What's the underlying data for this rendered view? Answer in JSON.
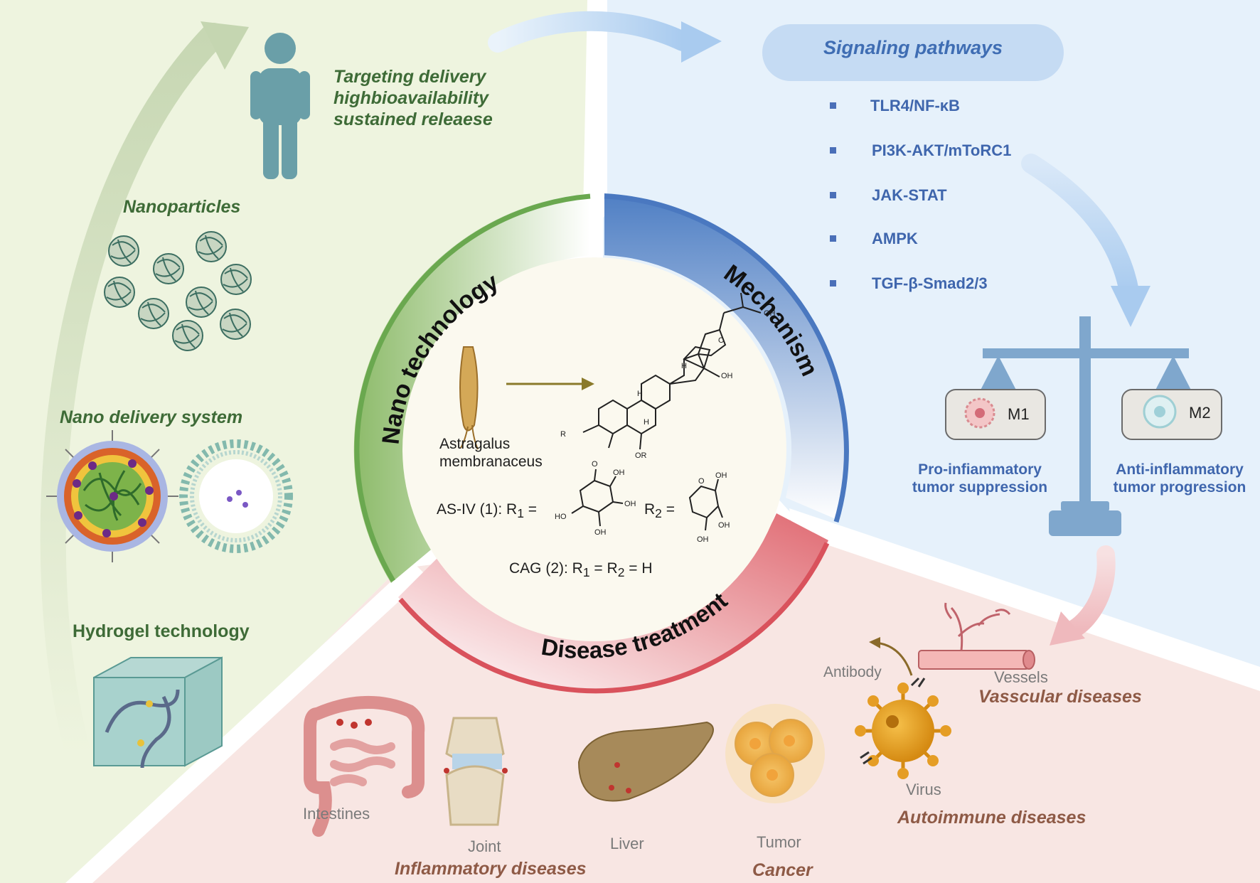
{
  "nano": {
    "benefits": [
      "Targeting delivery",
      "highbioavailability",
      "sustained releaese"
    ],
    "nanoparticles": "Nanoparticles",
    "delivery_system": "Nano delivery system",
    "hydrogel": "Hydrogel  technology"
  },
  "mechanism": {
    "pathways_title": "Signaling pathways",
    "pathways": [
      "TLR4/NF-κB",
      "PI3K-AKT/mToRC1",
      "JAK-STAT",
      "AMPK",
      "TGF-β-Smad2/3"
    ],
    "m1": "M1",
    "m2": "M2",
    "pro": [
      "Pro-infiammatory",
      "tumor suppression"
    ],
    "anti": [
      "Anti-inflammatory",
      "tumor progression"
    ]
  },
  "ring": {
    "nano": "Nano technology",
    "mechanism": "Mechanism",
    "disease": "Disease treatment"
  },
  "center": {
    "plant": [
      "Astragalus",
      "membranaceus"
    ],
    "as_iv": "AS-IV (1):  R",
    "r2": "R",
    "cag": "CAG (2): R",
    "cag_tail": "= R",
    "cag_end": "= H",
    "sub1": "1",
    "sub2": "2",
    "eq": " =",
    "chem": {
      "oh": "OH",
      "ho": "HO",
      "h": "H",
      "r2o": "R",
      "or1": "OR",
      "o": "O"
    }
  },
  "disease": {
    "vessels": "Vessels",
    "vascular": "Vasscular diseases",
    "antibody": "Antibody",
    "virus": "Virus",
    "autoimmune": "Autoimmune diseases",
    "intestines": "Intestines",
    "joint": "Joint",
    "liver": "Liver",
    "tumor": "Tumor",
    "inflammatory": "Inflammatory diseases",
    "cancer": "Cancer"
  },
  "colors": {
    "green_bg": "#eef4df",
    "blue_bg": "#e6f1fb",
    "pink_bg": "#f8e6e3",
    "green_ring": "#6aa84f",
    "blue_ring": "#4a78c0",
    "red_ring": "#d9525c"
  }
}
